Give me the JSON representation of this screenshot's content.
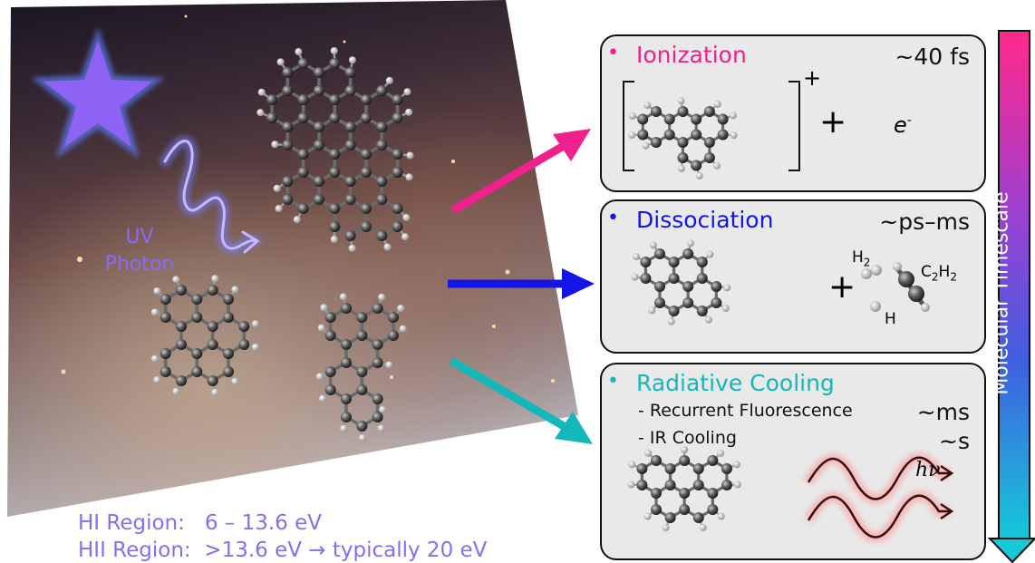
{
  "photon": {
    "label_line1": "UV",
    "label_line2": "Photon"
  },
  "panels": {
    "ionization": {
      "title": "Ionization",
      "time": "~40 fs",
      "charge": "+",
      "plus": "+",
      "electron": "e",
      "electron_sup": "-"
    },
    "dissociation": {
      "title": "Dissociation",
      "time": "~ps–ms",
      "plus": "+",
      "h2": "H",
      "h2_sub": "2",
      "h": "H",
      "c2h2_c": "C",
      "c2h2_sub1": "2",
      "c2h2_h": "H",
      "c2h2_sub2": "2"
    },
    "cooling": {
      "title": "Radiative Cooling",
      "item1": "- Recurrent Fluorescence",
      "item1_time": "~ms",
      "item2": "- IR Cooling",
      "item2_time": "~s",
      "photon_symbol": "hν"
    }
  },
  "regions": [
    {
      "label": "HI Region:",
      "value": "6 – 13.6 eV"
    },
    {
      "label": "HII Region:",
      "value": ">13.6 eV → typically 20 eV"
    }
  ],
  "timescale_axis": {
    "label": "Molecular Timescale"
  },
  "colors": {
    "ionization": "#f0208c",
    "dissociation": "#1414e6",
    "cooling": "#14b8b8",
    "photon": "#8a6cf2",
    "star": "#8e62f5"
  }
}
